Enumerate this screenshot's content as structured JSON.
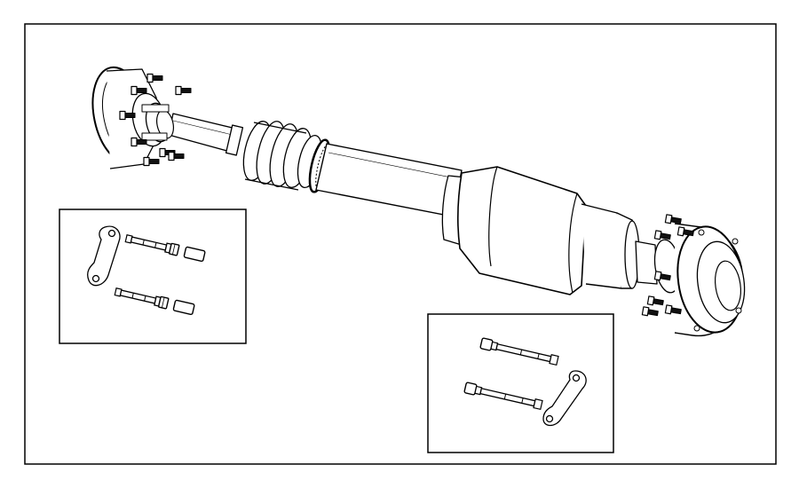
{
  "diagram": {
    "subject": "driveshaft-assembly-exploded-view",
    "parts": [
      {
        "name": "front-flange-yoke"
      },
      {
        "name": "front-flange-bolts"
      },
      {
        "name": "shaft-tube"
      },
      {
        "name": "cv-joint-boot"
      },
      {
        "name": "boot-clamp"
      },
      {
        "name": "rear-tube-section"
      },
      {
        "name": "center-bearing-housing"
      },
      {
        "name": "rear-flange-yoke"
      },
      {
        "name": "rear-flange-bolts"
      }
    ],
    "insets": [
      {
        "name": "left-inset",
        "content": "two-bolts-with-retainer-strap"
      },
      {
        "name": "right-inset",
        "content": "two-bolts-with-retainer-strap"
      }
    ]
  }
}
